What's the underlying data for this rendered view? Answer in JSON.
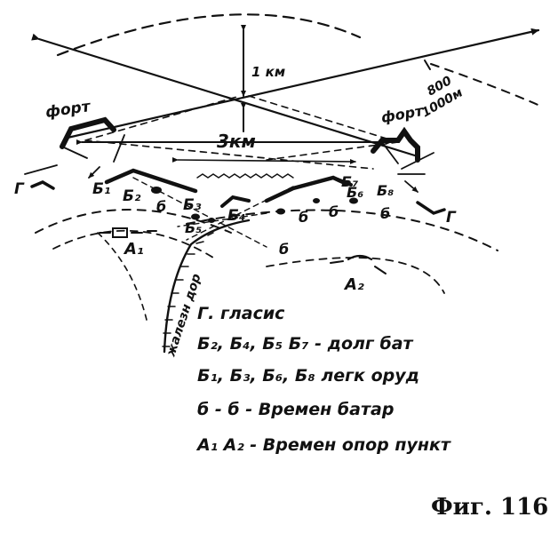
{
  "labels": {
    "fort_left": "форт",
    "fort_right": "форт",
    "dist_1km": "1 км",
    "dist_3km": "3км",
    "range_800": "800",
    "range_1000": "1000м",
    "glacis_mark": "Г",
    "dor_label": "жалезн дор",
    "a1": "А₁",
    "a2": "А₂",
    "b1": "Б₁",
    "b2": "Б₂",
    "b3": "Б₃",
    "b4": "Б₄",
    "b5": "Б₅",
    "b6": "Б₆",
    "b7": "Б₇",
    "b8": "Б₈",
    "b_small": "б"
  },
  "legend": [
    "Г. гласис",
    "Б₂, Б₄, Б₅  Б₇ - долг бат",
    "Б₁, Б₃, Б₆, Б₈   легк оруд",
    "б - б - Времен   батар",
    "А₁  А₂ - Времен опор пункт"
  ],
  "caption": "Фиг. 116"
}
